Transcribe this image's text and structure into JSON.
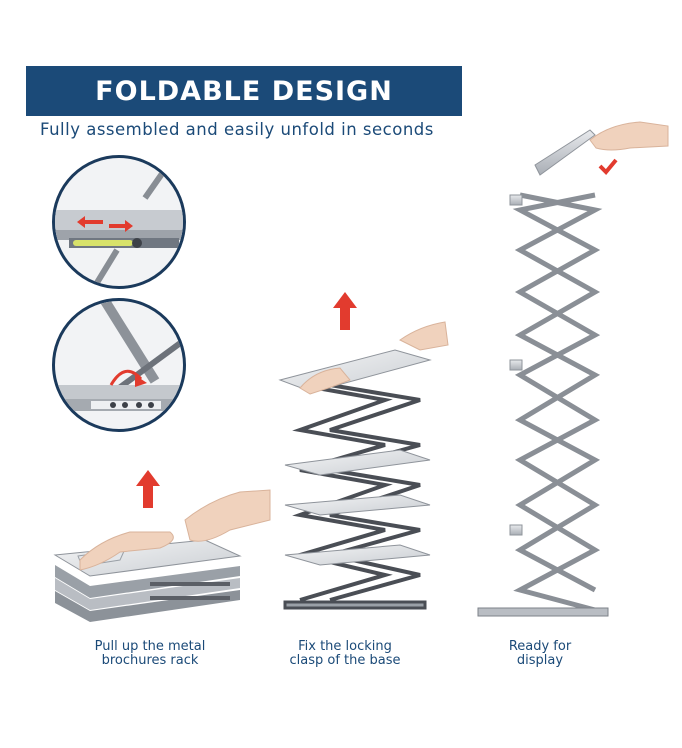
{
  "banner": {
    "title": "FOLDABLE DESIGN"
  },
  "subtitle": "Fully assembled and easily unfold in seconds",
  "steps": [
    {
      "line1": "Pull up the metal",
      "line2": "brochures rack"
    },
    {
      "line1": "Fix the locking",
      "line2": "clasp of the base"
    },
    {
      "line1": "Ready for",
      "line2": "display"
    }
  ],
  "colors": {
    "brand": "#1b4a78",
    "arrow": "#e23b2e",
    "metal": "#b9bdc3",
    "dark_metal": "#5b5f66"
  }
}
